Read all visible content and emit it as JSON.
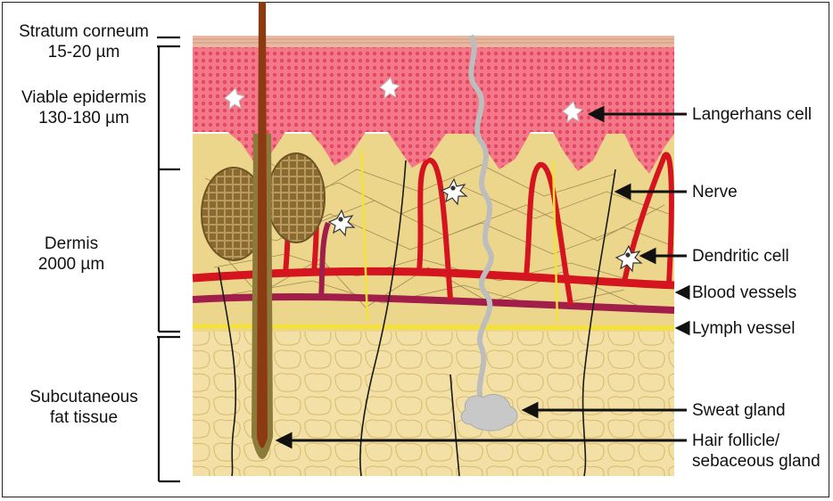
{
  "layers": {
    "stratum_corneum": {
      "name": "Stratum corneum",
      "thickness": "15-20 µm"
    },
    "viable_epidermis": {
      "name": "Viable epidermis",
      "thickness": "130-180 µm"
    },
    "dermis": {
      "name": "Dermis",
      "thickness": "2000 µm"
    },
    "subcutaneous": {
      "line1": "Subcutaneous",
      "line2": "fat tissue"
    }
  },
  "structures": {
    "langerhans_cell": "Langerhans cell",
    "nerve": "Nerve",
    "dendritic_cell": "Dendritic cell",
    "blood_vessels": "Blood vessels",
    "lymph_vessel": "Lymph vessel",
    "sweat_gland": "Sweat gland",
    "hair_follicle_line1": "Hair follicle/",
    "hair_follicle_line2": "sebaceous gland"
  },
  "colors": {
    "epidermis": "#f26d7d",
    "stratum_corneum": "#e8b8a0",
    "dermis": "#ecd68c",
    "fat": "#f3e0a6",
    "blood_vessel": "#d4141e",
    "vein": "#a21e4a",
    "lymph": "#f4e23a",
    "hair": "#8b3a12",
    "sebaceous": "#9a7a3c",
    "sweat_gland": "#c8c8c8"
  }
}
